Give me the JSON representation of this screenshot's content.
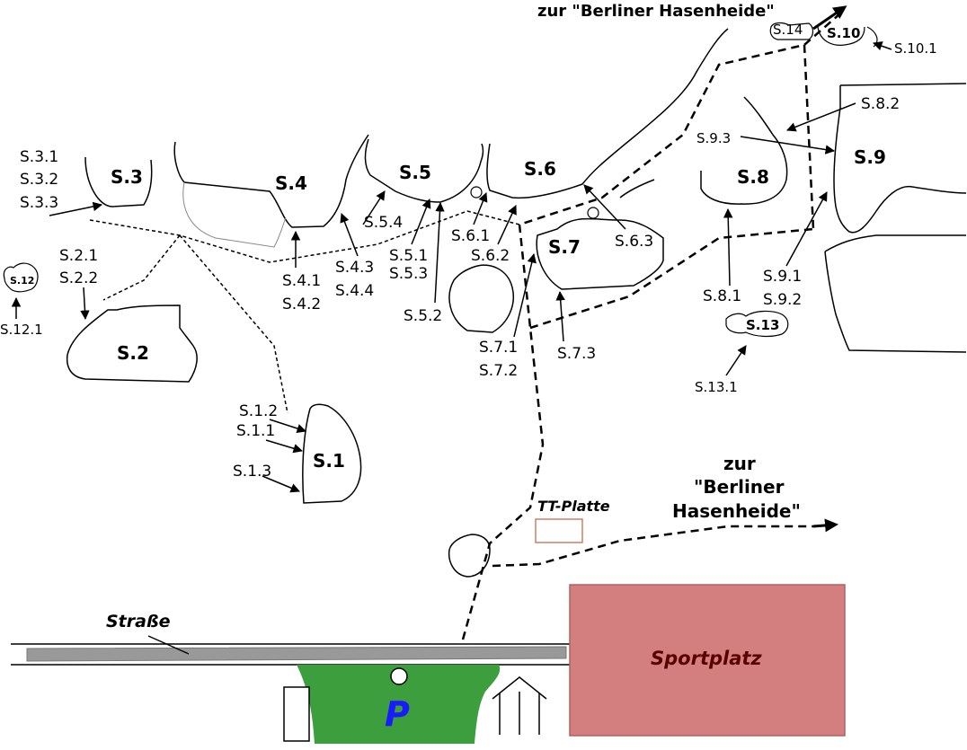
{
  "routes": {
    "top": "zur \"Berliner Hasenheide\"",
    "right_line1": "zur",
    "right_line2": "\"Berliner",
    "right_line3": "Hasenheide\""
  },
  "places": {
    "strasse": "Straße",
    "sportplatz": "Sportplatz",
    "tt_platte": "TT-Platte",
    "parking": "P"
  },
  "areas": [
    "S.1",
    "S.2",
    "S.3",
    "S.4",
    "S.5",
    "S.6",
    "S.7",
    "S.8",
    "S.9",
    "S.10",
    "S.12",
    "S.13",
    "S.14"
  ],
  "points": {
    "s1_2": "S.1.2",
    "s1_1": "S.1.1",
    "s1_3": "S.1.3",
    "s2_1": "S.2.1",
    "s2_2": "S.2.2",
    "s3_1": "S.3.1",
    "s3_2": "S.3.2",
    "s3_3": "S.3.3",
    "s4_1": "S.4.1",
    "s4_2": "S.4.2",
    "s4_3": "S.4.3",
    "s4_4": "S.4.4",
    "s5_4": "S.5.4",
    "s5_1": "S.5.1",
    "s5_3": "S.5.3",
    "s5_2": "S.5.2",
    "s6_1": "S.6.1",
    "s6_2": "S.6.2",
    "s6_3": "S.6.3",
    "s7_1": "S.7.1",
    "s7_2": "S.7.2",
    "s7_3": "S.7.3",
    "s8_1": "S.8.1",
    "s8_2": "S.8.2",
    "s9_1": "S.9.1",
    "s9_2": "S.9.2",
    "s9_3": "S.9.3",
    "s10_1": "S.10.1",
    "s12_1": "S.12.1",
    "s13_1": "S.13.1"
  },
  "colors": {
    "parking_green": "#3c9e3c",
    "parking_letter": "#1a1aff",
    "sportplatz_fill": "#d47f7f",
    "sportplatz_text": "#5a0000",
    "street_fill": "#999999",
    "tt_platte_stroke": "#c06040"
  }
}
